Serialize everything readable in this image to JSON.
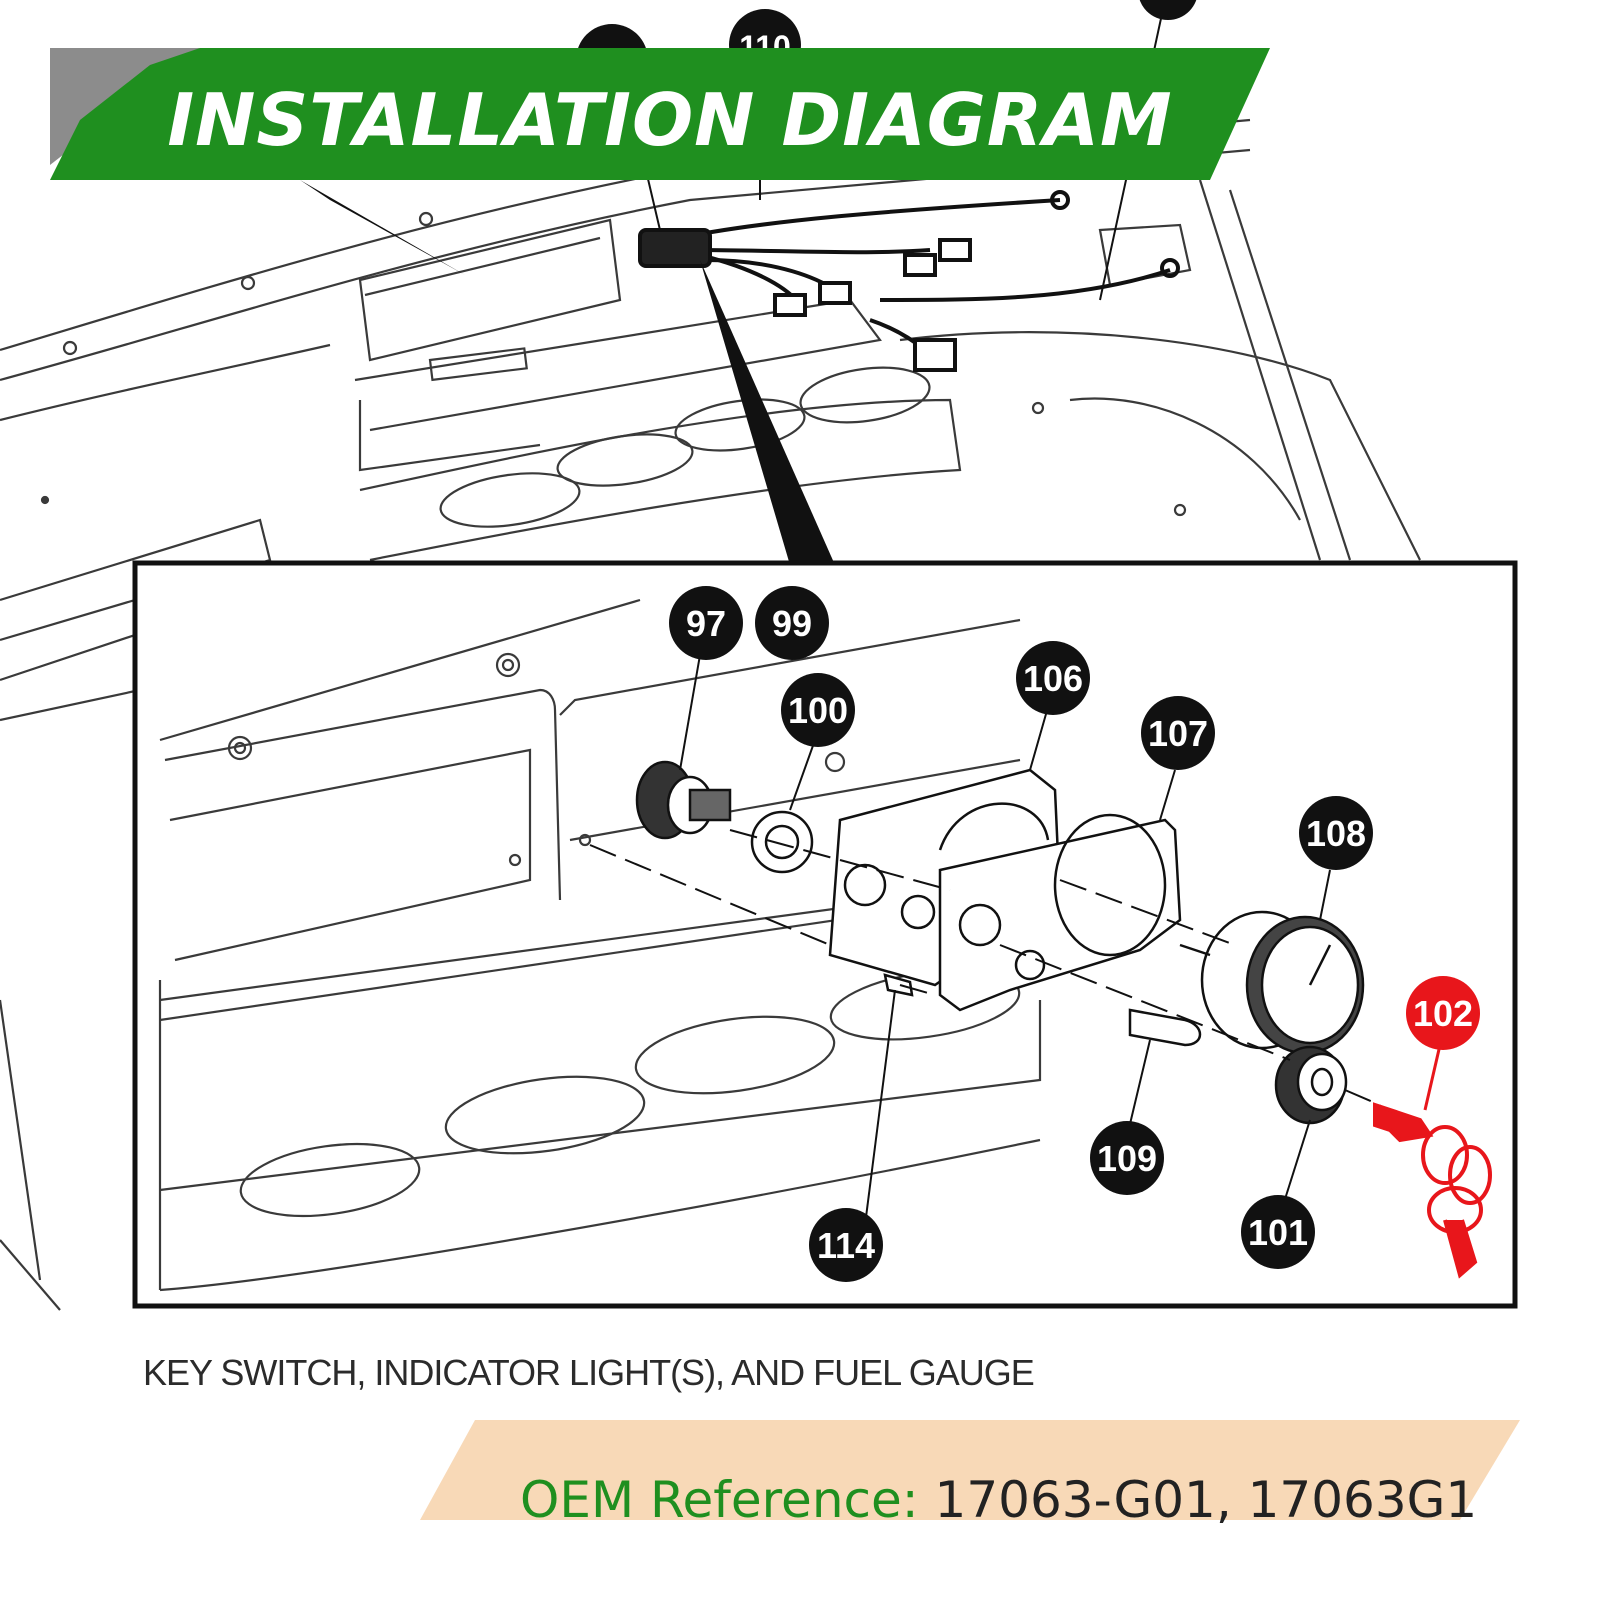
{
  "banner": {
    "title": "INSTALLATION DIAGRAM",
    "color": "#1f8f1f"
  },
  "diagram": {
    "caption": "KEY SWITCH, INDICATOR LIGHT(S), AND FUEL GAUGE",
    "part_callouts": [
      "97",
      "99",
      "100",
      "106",
      "107",
      "108",
      "109",
      "101",
      "114"
    ],
    "highlighted_callout": "102",
    "highlight_color": "#e8161b",
    "partial_callouts_top": [
      "110"
    ]
  },
  "reference": {
    "label": "OEM Reference:",
    "value": "17063-G01, 17063G1",
    "band_color": "#f8d9b7"
  }
}
